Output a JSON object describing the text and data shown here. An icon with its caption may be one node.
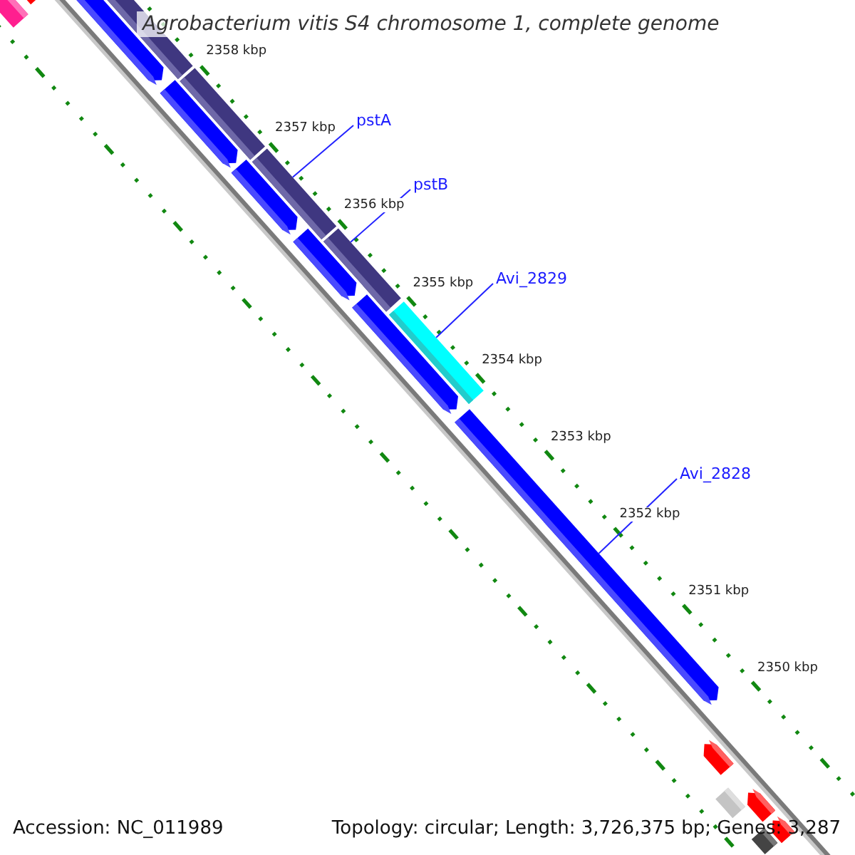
{
  "diagram": {
    "title": "Agrobacterium vitis S4 chromosome 1, complete genome",
    "nodes": [
      {
        "text": [],
        "shape": "bar"
      },
      {
        "text": [],
        "shape": "bar"
      },
      {
        "text": [],
        "shape": "arrow"
      },
      {
        "text": [],
        "shape": "bar"
      },
      {
        "text": [],
        "shape": "arrow"
      },
      {
        "text": [],
        "shape": "bar"
      },
      {
        "text": [
          "pstA"
        ]
      },
      {
        "text": [],
        "shape": "arrow"
      },
      {
        "text": [],
        "shape": "bar"
      },
      {
        "text": [
          "pstB"
        ]
      },
      {
        "text": [],
        "shape": "arrow"
      },
      {
        "text": [],
        "shape": "bar"
      },
      {
        "text": [
          "Avi_2829"
        ]
      },
      {
        "text": [],
        "shape": "arrow"
      },
      {
        "text": [],
        "shape": "bar"
      },
      {
        "text": [
          "Avi_2828"
        ]
      },
      {
        "text": [],
        "shape": "arrow"
      },
      {
        "text": [],
        "shape": "arrow"
      },
      {
        "text": [],
        "shape": "bar"
      },
      {
        "text": [],
        "shape": "arrow"
      },
      {
        "text": [],
        "shape": "arrow"
      },
      {
        "text": [],
        "shape": "bar"
      }
    ],
    "edges": [
      {
        "from": 6,
        "to": 8,
        "arrow": "none"
      },
      {
        "from": 9,
        "to": 11,
        "arrow": "none"
      },
      {
        "from": 12,
        "to": 14,
        "arrow": "none"
      },
      {
        "from": 15,
        "to": 16,
        "arrow": "none"
      }
    ],
    "labels": [
      "2358 kbp",
      "2357 kbp",
      "2356 kbp",
      "2355 kbp",
      "2354 kbp",
      "2353 kbp",
      "2352 kbp",
      "2351 kbp",
      "2350 kbp",
      "Accession: NC_011989",
      "Topology: circular; Length: 3,726,375 bp; Genes: 3,287"
    ]
  }
}
